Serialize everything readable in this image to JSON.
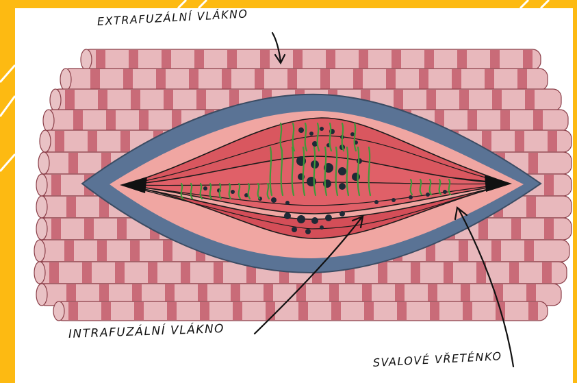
{
  "labels": {
    "extrafusal": "EXTRAFUZÁLNÍ VLÁKNO",
    "intrafusal": "INTRAFUZÁLNÍ VLÁKNO",
    "spindle": "SVALOVÉ VŘETÉNKO"
  },
  "colors": {
    "frame": "#FDBA12",
    "fiber_light": "#E8B8BC",
    "fiber_dark": "#C96B78",
    "fiber_outline": "#8A3E48",
    "capsule": "#5A7395",
    "capsule_inner": "#F0A6A2",
    "intrafusal_fiber": "#D9575F",
    "nucleus": "#1E2A36",
    "nerve_ending": "#3F9A3A"
  }
}
